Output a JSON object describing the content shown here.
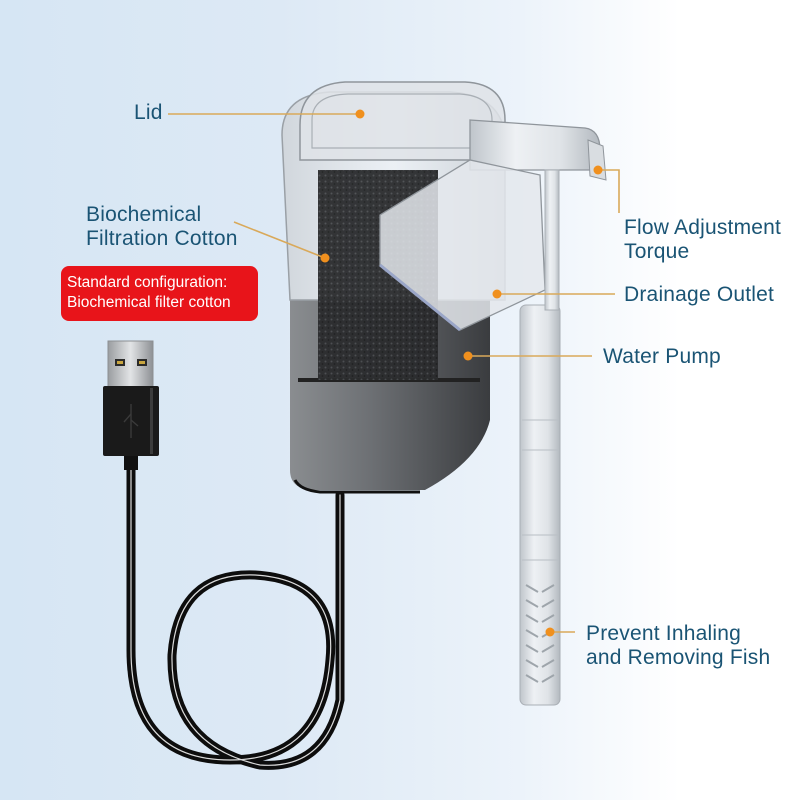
{
  "product": {
    "name": "Aquarium hang-on filter with USB cable",
    "accent_color": "#e8a13a",
    "label_color": "#1a5474",
    "badge_color": "#e8141a"
  },
  "callouts": [
    {
      "id": "lid",
      "lines": [
        "Lid"
      ]
    },
    {
      "id": "biochemical-filtration-cotton",
      "lines": [
        "Biochemical",
        "Filtration Cotton"
      ]
    },
    {
      "id": "flow-adjustment-torque",
      "lines": [
        "Flow Adjustment",
        "Torque"
      ]
    },
    {
      "id": "drainage-outlet",
      "lines": [
        "Drainage Outlet"
      ]
    },
    {
      "id": "water-pump",
      "lines": [
        "Water Pump"
      ]
    },
    {
      "id": "prevent-inhaling",
      "lines": [
        "Prevent Inhaling",
        "and Removing Fish"
      ]
    }
  ],
  "badge": {
    "lines": [
      "Standard configuration:",
      "Biochemical filter cotton"
    ]
  },
  "icons": {
    "usb": "usb-icon"
  }
}
